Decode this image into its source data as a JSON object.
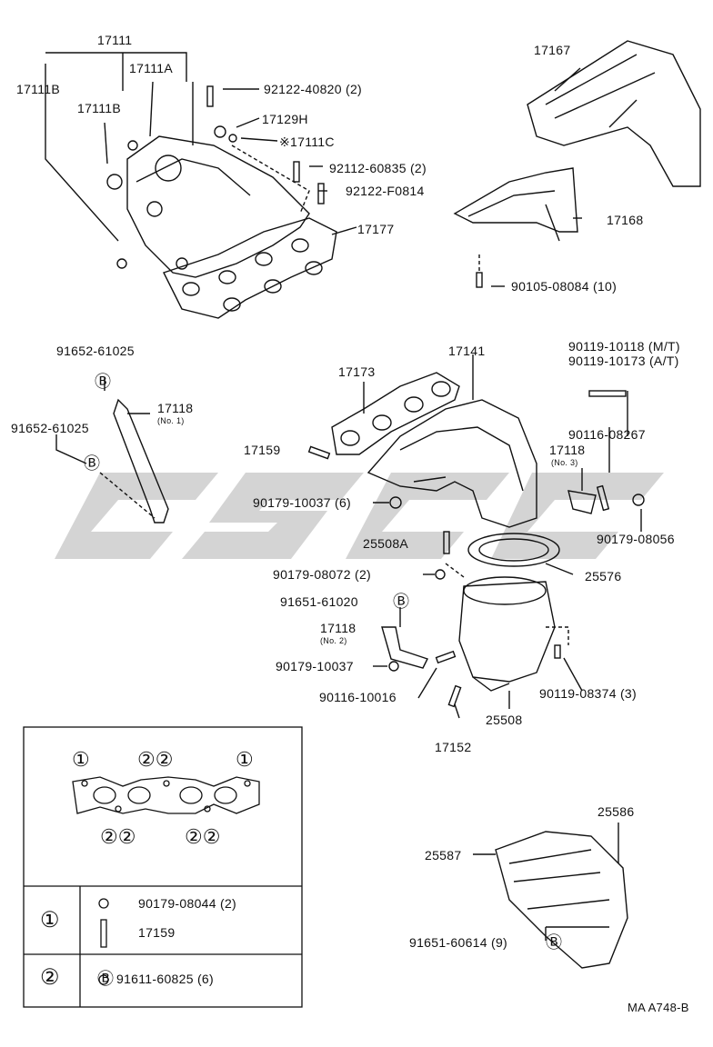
{
  "diagram": {
    "labels": {
      "p17111": "17111",
      "p17111B_a": "17111B",
      "p17111A": "17111A",
      "p17111B_b": "17111B",
      "p92122_40820": "92122-40820 (2)",
      "p17129H": "17129H",
      "p17111C": "※17111C",
      "p92112_60835": "92112-60835 (2)",
      "p92122_F0814": "92122-F0814",
      "p17177": "17177",
      "p17167": "17167",
      "p17168": "17168",
      "p90105_08084": "90105-08084 (10)",
      "p91652_61025_a": "91652-61025",
      "p17118_no1": "17118",
      "p17118_no1_sub": "(No. 1)",
      "p91652_61025_b": "91652-61025",
      "p17141": "17141",
      "p17173": "17173",
      "p90119_10118": "90119-10118 (M/T)",
      "p90119_10173": "90119-10173 (A/T)",
      "p90116_08267": "90116-08267",
      "p17118_no3": "17118",
      "p17118_no3_sub": "(No. 3)",
      "p17159": "17159",
      "p90179_10037_a": "90179-10037 (6)",
      "p90179_08056": "90179-08056",
      "p25508A": "25508A",
      "p25576": "25576",
      "p90179_08072": "90179-08072 (2)",
      "p91651_61020": "91651-61020",
      "p17118_no2": "17118",
      "p17118_no2_sub": "(No. 2)",
      "p90179_10037_b": "90179-10037",
      "p90116_10016": "90116-10016",
      "p90119_08374": "90119-08374 (3)",
      "p25508": "25508",
      "p17152": "17152",
      "p25586": "25586",
      "p25587": "25587",
      "p91651_60614": "91651-60614 (9)",
      "footer_code": "MA A748-B"
    },
    "gasket_markers": {
      "top": [
        "①",
        "②②",
        "①"
      ],
      "bottom": [
        "②②",
        "②②"
      ]
    },
    "legend": [
      {
        "key": "①",
        "rows": [
          {
            "part": "90179-08044 (2)"
          },
          {
            "part": "17159"
          }
        ]
      },
      {
        "key": "②",
        "rows": [
          {
            "part": "91611-60825 (6)"
          }
        ]
      }
    ]
  }
}
